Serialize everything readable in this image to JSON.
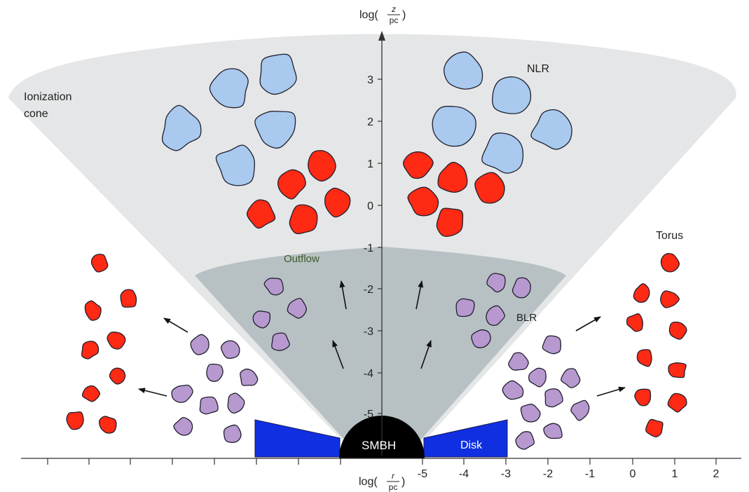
{
  "labels": {
    "ionization_line1": "Ionization",
    "ionization_line2": "cone",
    "nlr": "NLR",
    "outflow": "Outflow",
    "blr": "BLR",
    "torus": "Torus",
    "smbh": "SMBH",
    "disk": "Disk"
  },
  "z_axis": {
    "label_prefix": "log(",
    "label_num": "z",
    "label_den": "pc",
    "label_suffix": ")",
    "ticks": [
      "3",
      "2",
      "1",
      "0",
      "-1",
      "-2",
      "-3",
      "-4",
      "-5"
    ]
  },
  "r_axis": {
    "label_prefix": "log(",
    "label_num": "r",
    "label_den": "pc",
    "label_suffix": ")",
    "right_ticks": [
      "-5",
      "-4",
      "-3",
      "-2",
      "-1",
      "0",
      "1",
      "2"
    ]
  },
  "colors": {
    "ionization_cone": "#e5e6e7",
    "outflow_cone": "#b7c1c3",
    "nlr_cloud": "#a9c9ef",
    "dense_cloud": "#ff2a14",
    "blr_cloud": "#b799cf",
    "disk": "#0f2fe0",
    "smbh": "#000000",
    "axis": "#333333"
  }
}
